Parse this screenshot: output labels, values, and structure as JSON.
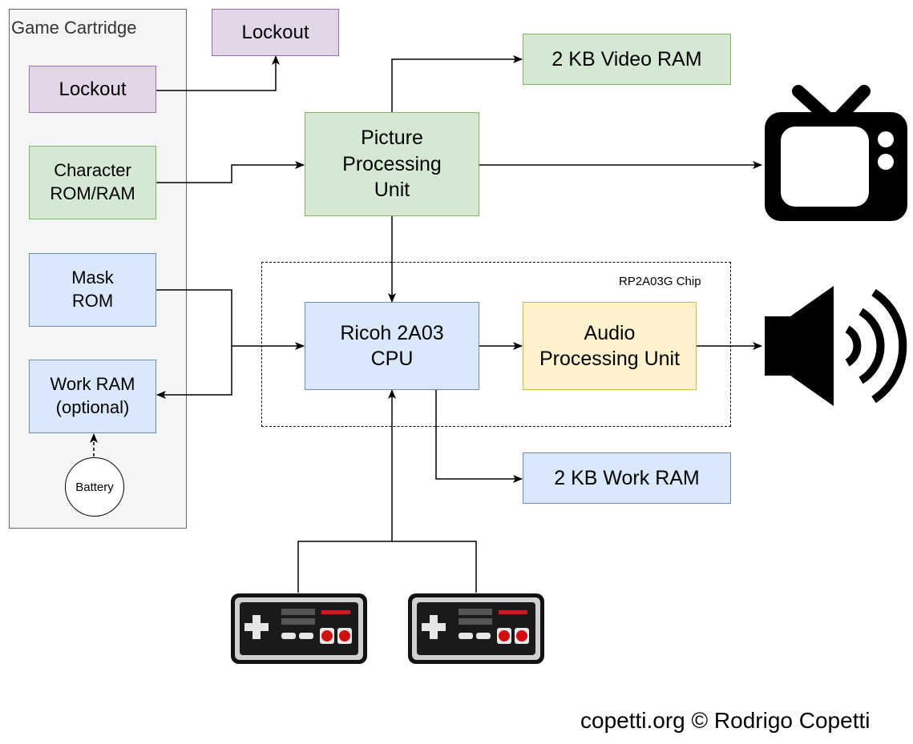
{
  "cartridge": {
    "title": "Game Cartridge",
    "lockout": "Lockout",
    "character_rom": "Character\nROM/RAM",
    "mask_rom": "Mask\nROM",
    "work_ram": "Work RAM\n(optional)",
    "battery": "Battery"
  },
  "console": {
    "lockout": "Lockout",
    "video_ram": "2 KB Video RAM",
    "ppu": "Picture\nProcessing\nUnit",
    "cpu": "Ricoh 2A03\nCPU",
    "apu": "Audio\nProcessing Unit",
    "work_ram": "2 KB Work RAM",
    "chip_label": "RP2A03G Chip"
  },
  "icons": {
    "tv": "television-icon",
    "speaker": "speaker-icon",
    "controller": "nes-controller-icon"
  },
  "colors": {
    "green_fill": "#d5e8d4",
    "green_stroke": "#82b366",
    "blue_fill": "#dae8fc",
    "blue_stroke": "#6c8ebf",
    "purple_fill": "#e1d5e7",
    "purple_stroke": "#9673a6",
    "yellow_fill": "#fff2cc",
    "yellow_stroke": "#d6b656"
  },
  "credit": "copetti.org © Rodrigo Copetti"
}
